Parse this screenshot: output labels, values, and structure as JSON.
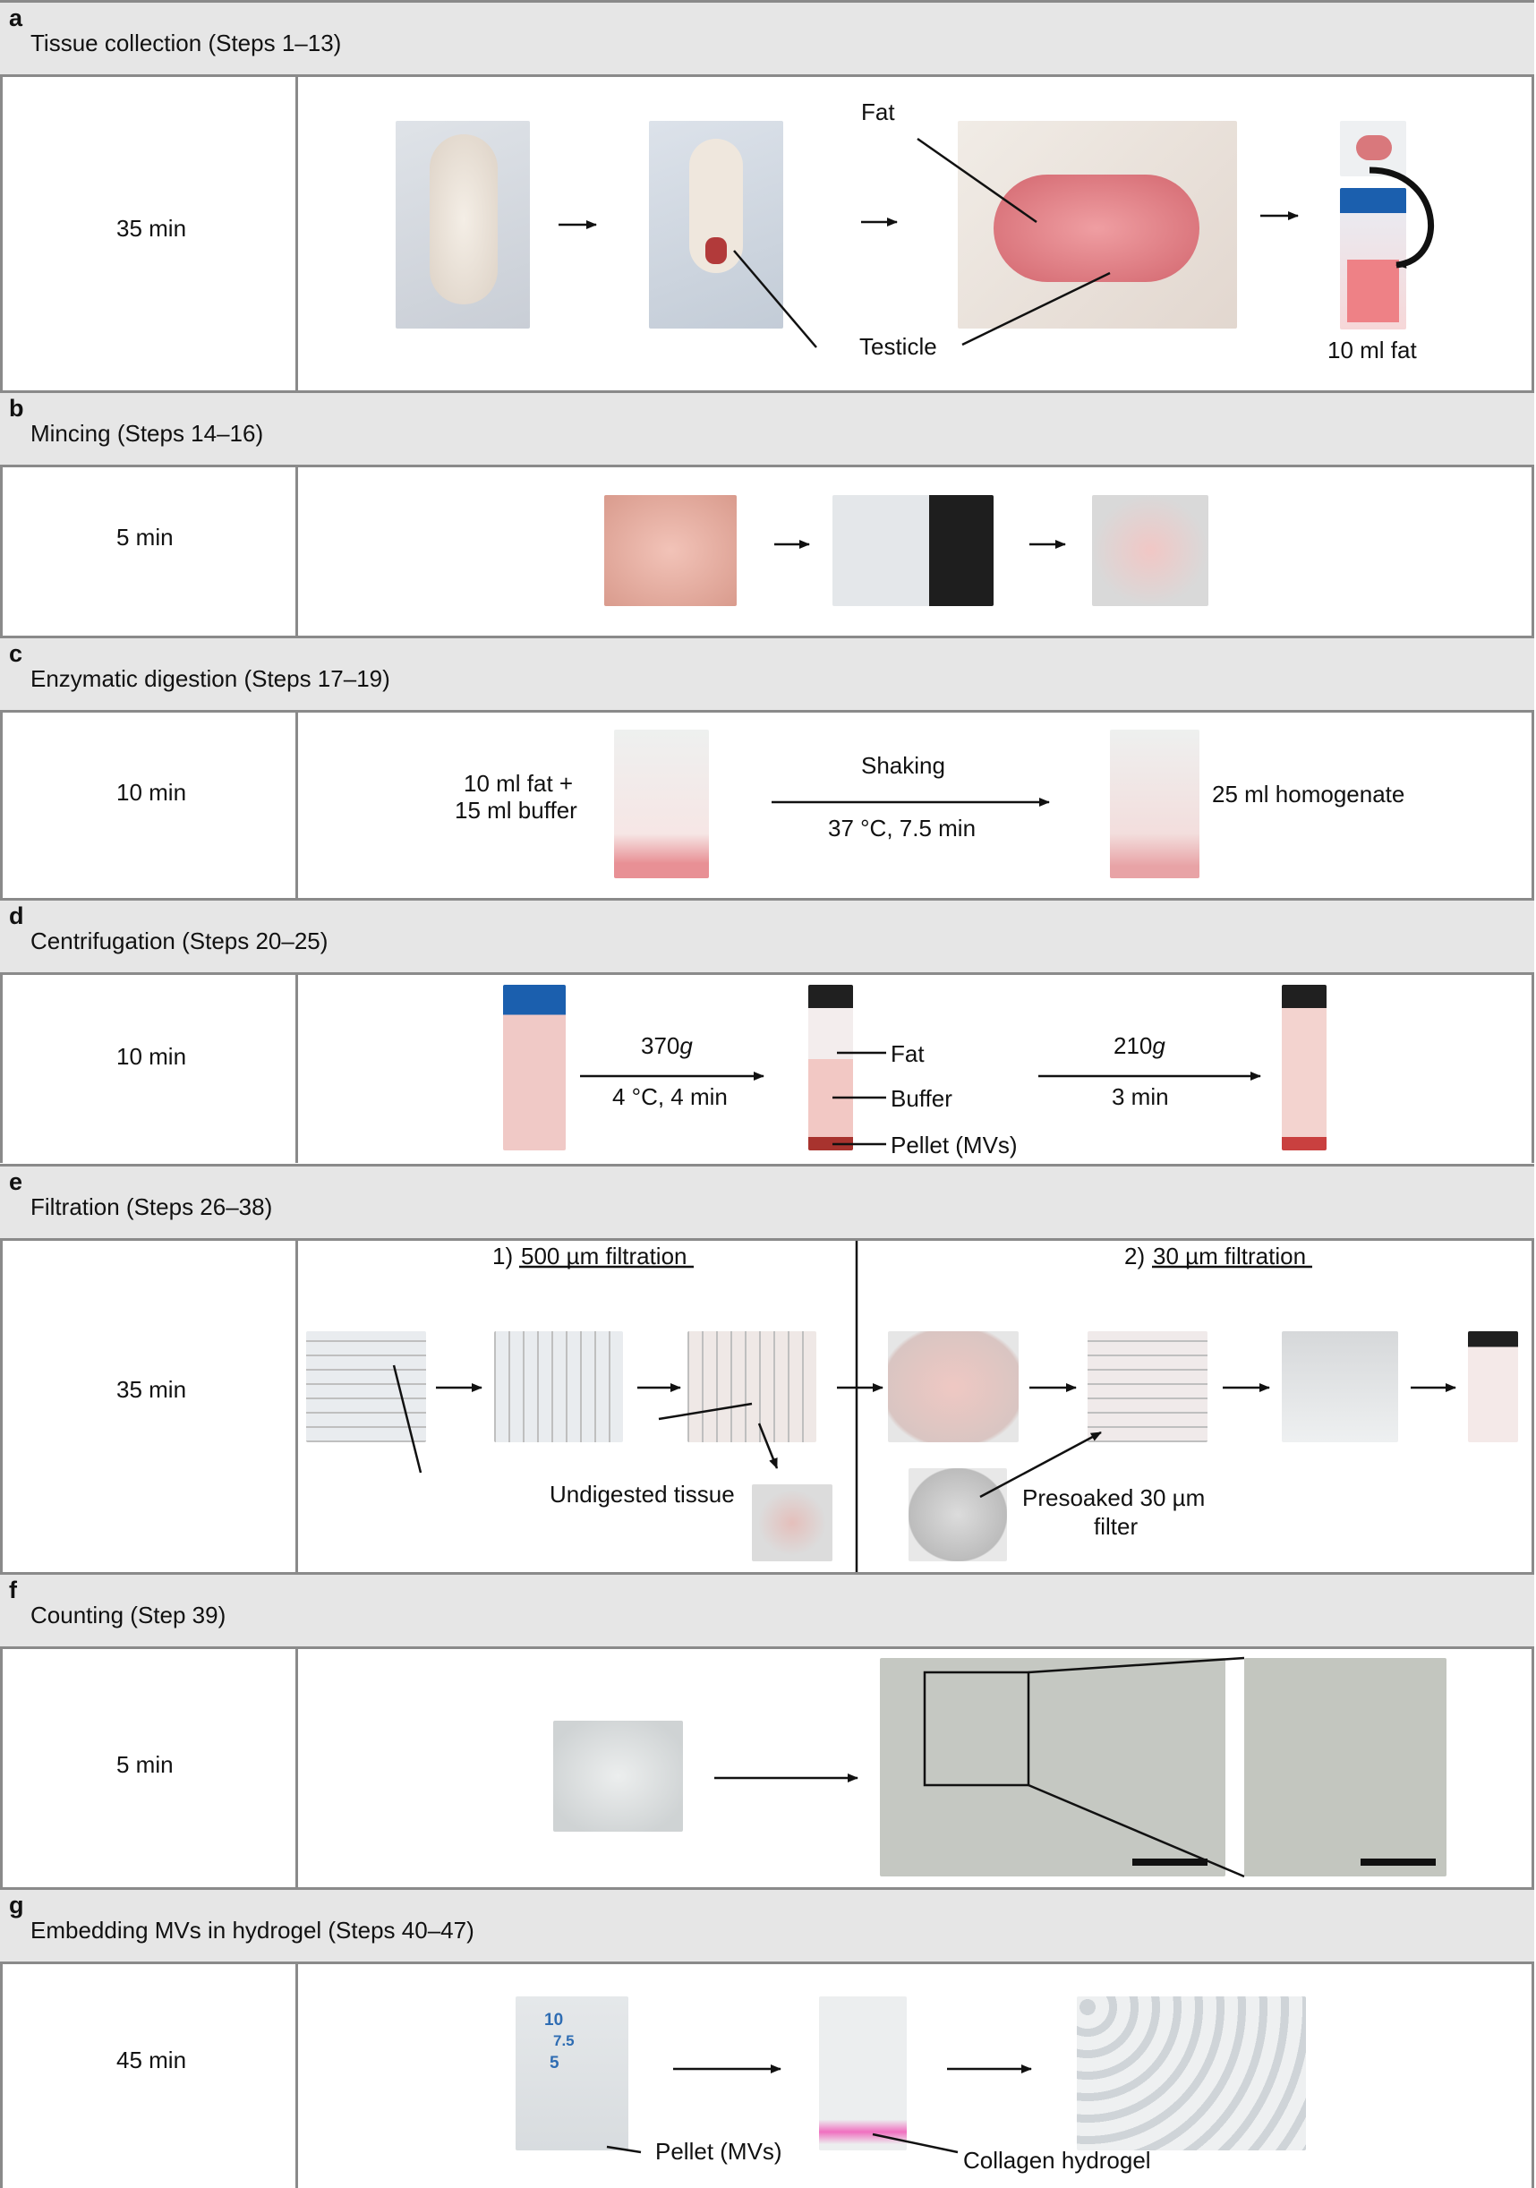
{
  "sections": [
    {
      "letter": "a",
      "title": "Tissue collection (Steps 1–13)",
      "time": "35 min"
    },
    {
      "letter": "b",
      "title": "Mincing (Steps 14–16)",
      "time": "5 min"
    },
    {
      "letter": "c",
      "title": "Enzymatic digestion (Steps 17–19)",
      "time": "10 min"
    },
    {
      "letter": "d",
      "title": "Centrifugation (Steps 20–25)",
      "time": "10 min"
    },
    {
      "letter": "e",
      "title": "Filtration (Steps 26–38)",
      "time": "35 min"
    },
    {
      "letter": "f",
      "title": "Counting (Step 39)",
      "time": "5 min"
    },
    {
      "letter": "g",
      "title": "Embedding MVs in hydrogel (Steps 40–47)",
      "time": "45 min"
    }
  ],
  "a": {
    "fat": "Fat",
    "testicle": "Testicle",
    "fat_volume": "10 ml fat"
  },
  "c": {
    "input_line1": "10 ml fat +",
    "input_line2": "15 ml buffer",
    "shaking": "Shaking",
    "conditions": "37 °C, 7.5 min",
    "output": "25 ml homogenate"
  },
  "d": {
    "g1": "370",
    "g_unit": "g",
    "cond1": "4 °C, 4 min",
    "g2": "210",
    "cond2": "3 min",
    "fat": "Fat",
    "buffer": "Buffer",
    "pellet": "Pellet (MVs)"
  },
  "e": {
    "step1_num": "1)",
    "step1": "500 µm filtration",
    "step2_num": "2)",
    "step2": "30 µm filtration",
    "undigested": "Undigested tissue",
    "presoaked_line1": "Presoaked 30 µm",
    "presoaked_line2": "filter"
  },
  "g": {
    "tube_marks": [
      "10",
      "7.5",
      "5"
    ],
    "pellet": "Pellet (MVs)",
    "collagen": "Collagen hydrogel"
  },
  "colors": {
    "band": "#e6e6e6",
    "border": "#8a8a8a",
    "tissue": "#e79a96",
    "blue_glove": "#1b5fae"
  }
}
